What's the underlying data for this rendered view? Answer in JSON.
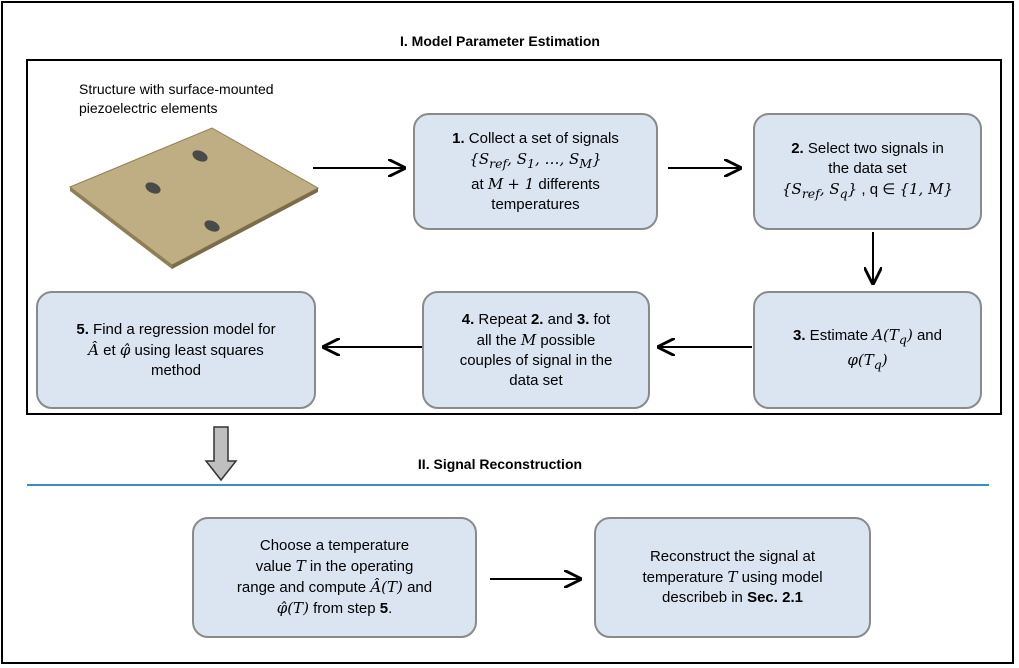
{
  "section1": {
    "title": "I. Model Parameter Estimation"
  },
  "section2": {
    "title": "II. Signal Reconstruction"
  },
  "structure_caption": {
    "line1": "Structure with surface-mounted",
    "line2": "piezoelectric elements"
  },
  "step1": {
    "num": "1.",
    "text1": "Collect a set of signals",
    "set": "{S_ref, S_1, …, S_M}",
    "line3": "at M + 1 differents",
    "line4": "temperatures"
  },
  "step2": {
    "num": "2.",
    "text1": "Select two signals in",
    "line2": "the data set",
    "set": "{S_ref, S_q} , q ∈ {1, M}"
  },
  "step3": {
    "num": "3.",
    "text": "Estimate A(T_q) and φ(T_q)"
  },
  "step4": {
    "text": "4. Repeat 2. and 3. fot all the M possible couples of signal in the data set"
  },
  "step5": {
    "text": "5. Find a regression model for Â et φ̂ using least squares method"
  },
  "choose": {
    "text": "Choose a temperature value T in the operating range and compute Â(T) and φ̂(T) from step 5."
  },
  "reconstruct": {
    "text": "Reconstruct the signal at temperature T using model describeb in Sec. 2.1"
  }
}
